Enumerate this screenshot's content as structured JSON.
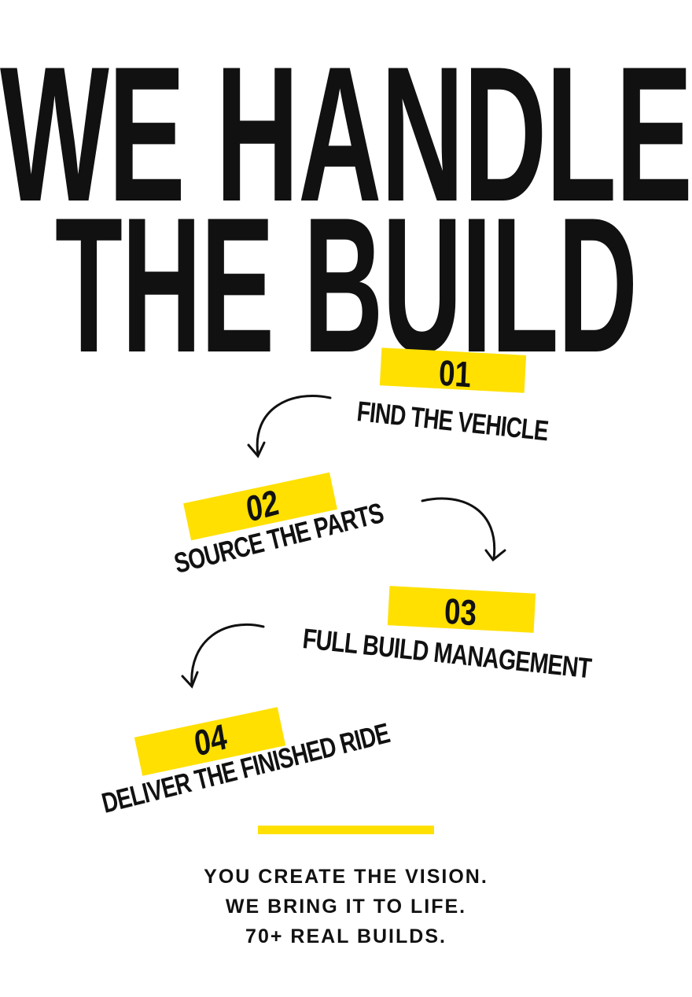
{
  "headline": {
    "line1": "WE HANDLE",
    "line2": "THE BUILD"
  },
  "steps": [
    {
      "number": "01",
      "label": "FIND THE VEHICLE"
    },
    {
      "number": "02",
      "label": "SOURCE THE PARTS"
    },
    {
      "number": "03",
      "label": "FULL BUILD MANAGEMENT"
    },
    {
      "number": "04",
      "label": "DELIVER THE FINISHED RIDE"
    }
  ],
  "tagline": [
    "YOU CREATE THE VISION.",
    "WE BRING IT TO LIFE.",
    "70+ REAL BUILDS."
  ],
  "colors": {
    "accent": "#ffe000",
    "text": "#111111"
  }
}
